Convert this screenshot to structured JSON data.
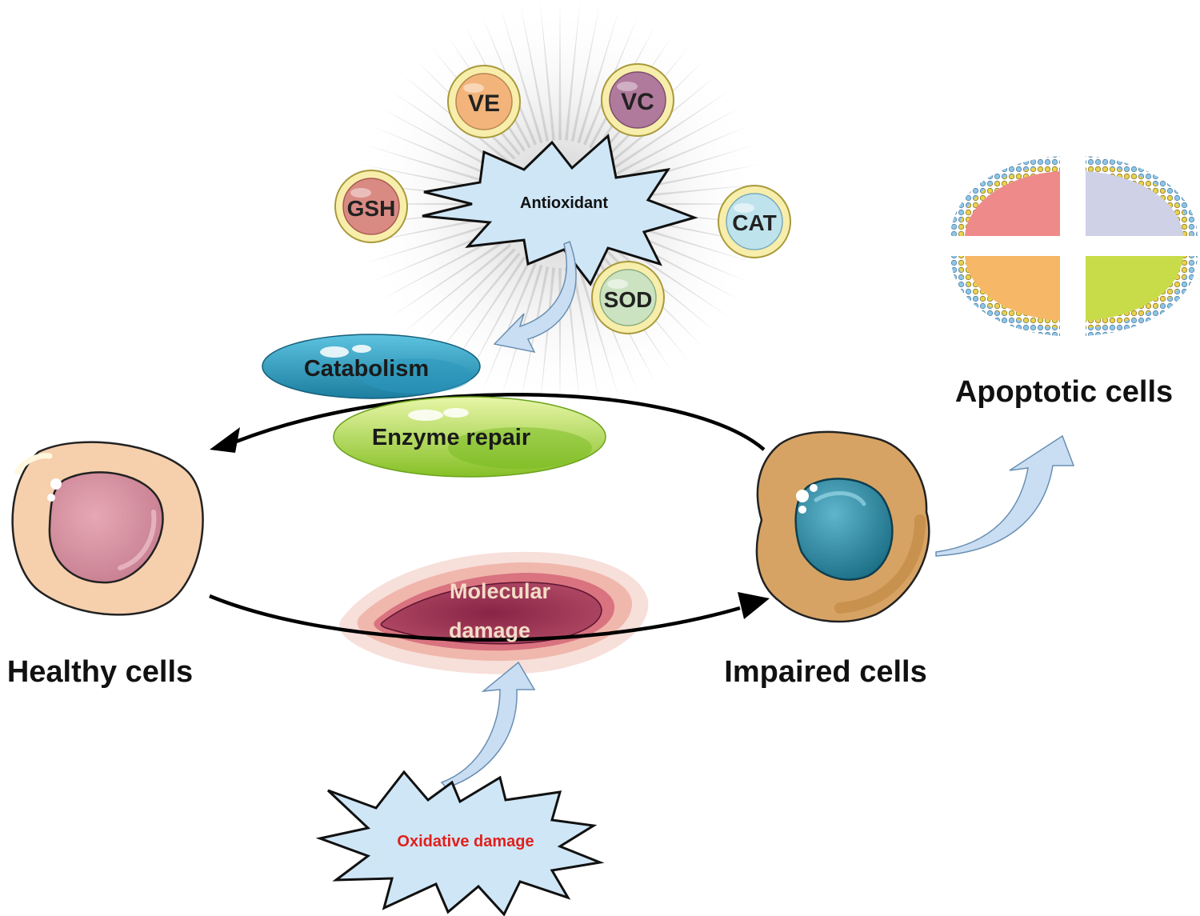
{
  "antioxidant_hub": {
    "label": "Antioxidant",
    "agents": [
      {
        "label": "VE",
        "color": "#f2b47a"
      },
      {
        "label": "VC",
        "color": "#b07a9c"
      },
      {
        "label": "GSH",
        "color": "#d98b83"
      },
      {
        "label": "CAT",
        "color": "#bfe3ec"
      },
      {
        "label": "SOD",
        "color": "#cbe3c1"
      }
    ]
  },
  "repair": {
    "catabolism": "Catabolism",
    "enzyme_repair": "Enzyme repair"
  },
  "cells": {
    "healthy": "Healthy cells",
    "impaired": "Impaired cells",
    "apoptotic": "Apoptotic cells"
  },
  "damage": {
    "molecular_line1": "Molecular",
    "molecular_line2": "damage",
    "oxidative": "Oxidative damage"
  },
  "colors": {
    "accent_text_red": "#e0201c",
    "arrow_fill": "#c9def2",
    "arrow_stroke": "#6a8fb3",
    "quadrant_red": "#ef8a8a",
    "quadrant_lavender": "#cfd1e6",
    "quadrant_orange": "#f6b766",
    "quadrant_green": "#c8dc4a"
  }
}
